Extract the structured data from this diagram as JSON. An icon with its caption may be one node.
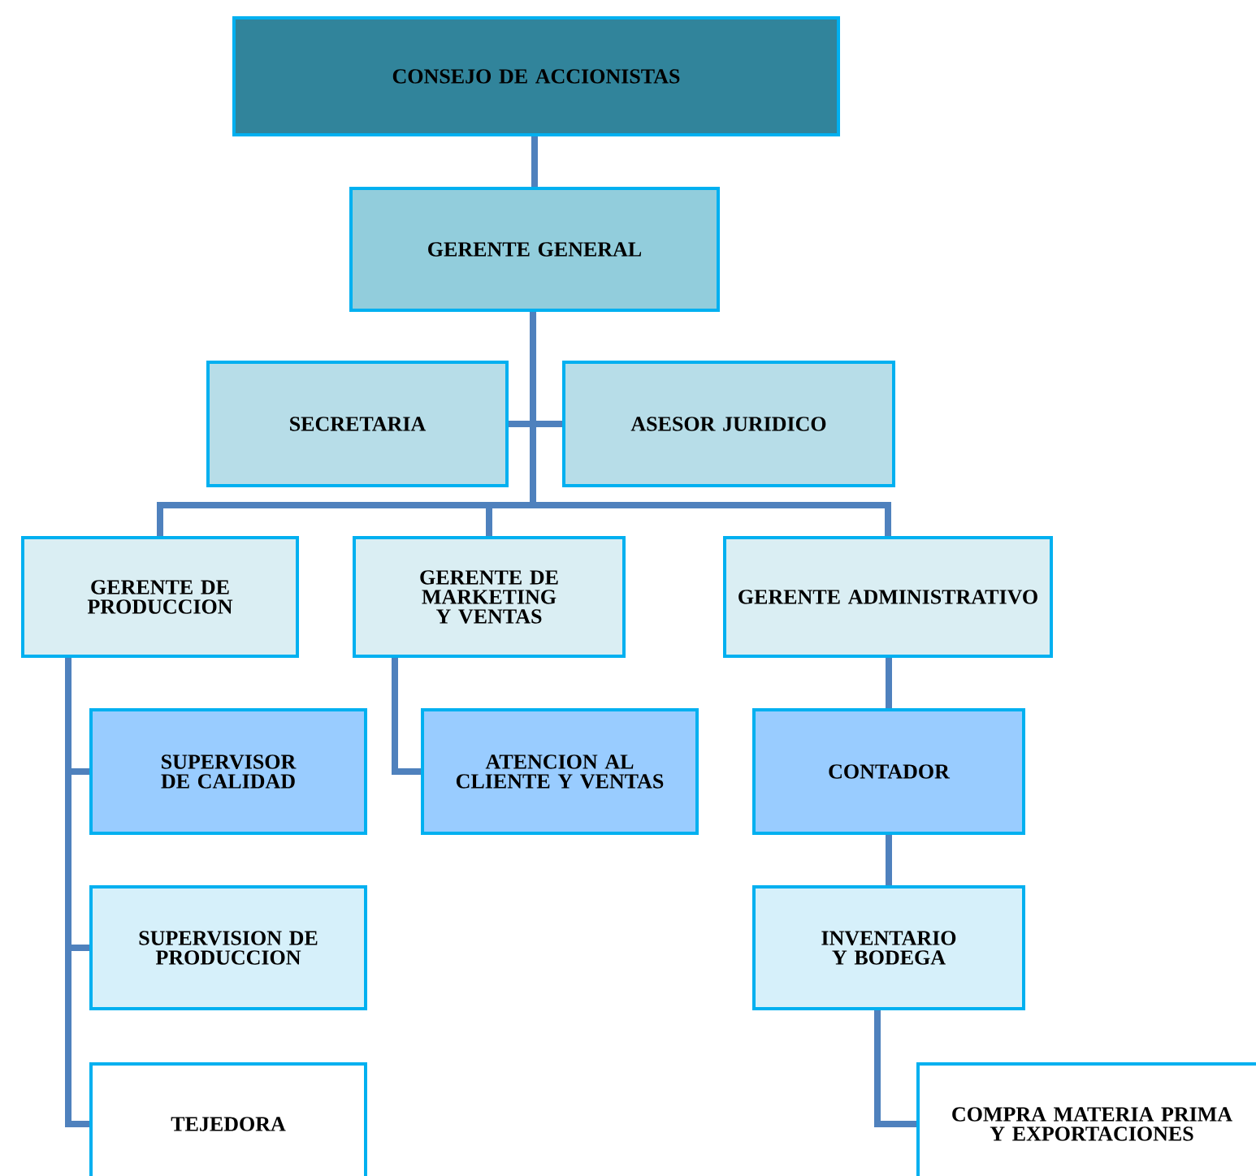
{
  "diagram": {
    "nodes": [
      {
        "text": [
          "CONSEJO DE ACCIONISTAS"
        ]
      },
      {
        "text": [
          "GERENTE GENERAL"
        ]
      },
      {
        "text": [
          "SECRETARIA"
        ]
      },
      {
        "text": [
          "ASESOR JURIDICO"
        ]
      },
      {
        "text": [
          "GERENTE DE PRODUCCION"
        ]
      },
      {
        "text": [
          "GERENTE DE MARKETING Y VENTAS"
        ]
      },
      {
        "text": [
          "GERENTE ADMINISTRATIVO"
        ]
      },
      {
        "text": [
          "SUPERVISOR DE CALIDAD"
        ]
      },
      {
        "text": [
          "ATENCION AL CLIENTE Y VENTAS"
        ]
      },
      {
        "text": [
          "CONTADOR"
        ]
      },
      {
        "text": [
          "SUPERVISION DE PRODUCCION"
        ]
      },
      {
        "text": [
          "INVENTARIO Y BODEGA"
        ]
      },
      {
        "text": [
          "TEJEDORA"
        ]
      },
      {
        "text": [
          "COMPRA MATERIA PRIMA Y EXPORTACIONES"
        ]
      }
    ],
    "edges": [
      {
        "from": 0,
        "to": 1,
        "arrow": "none"
      },
      {
        "from": 1,
        "to": 2,
        "arrow": "none"
      },
      {
        "from": 1,
        "to": 3,
        "arrow": "none"
      },
      {
        "from": 1,
        "to": 4,
        "arrow": "none"
      },
      {
        "from": 1,
        "to": 5,
        "arrow": "none"
      },
      {
        "from": 1,
        "to": 6,
        "arrow": "none"
      },
      {
        "from": 4,
        "to": 7,
        "arrow": "none"
      },
      {
        "from": 4,
        "to": 10,
        "arrow": "none"
      },
      {
        "from": 4,
        "to": 12,
        "arrow": "none"
      },
      {
        "from": 5,
        "to": 8,
        "arrow": "none"
      },
      {
        "from": 6,
        "to": 9,
        "arrow": "none"
      },
      {
        "from": 9,
        "to": 11,
        "arrow": "none"
      },
      {
        "from": 11,
        "to": 13,
        "arrow": "none"
      }
    ]
  }
}
